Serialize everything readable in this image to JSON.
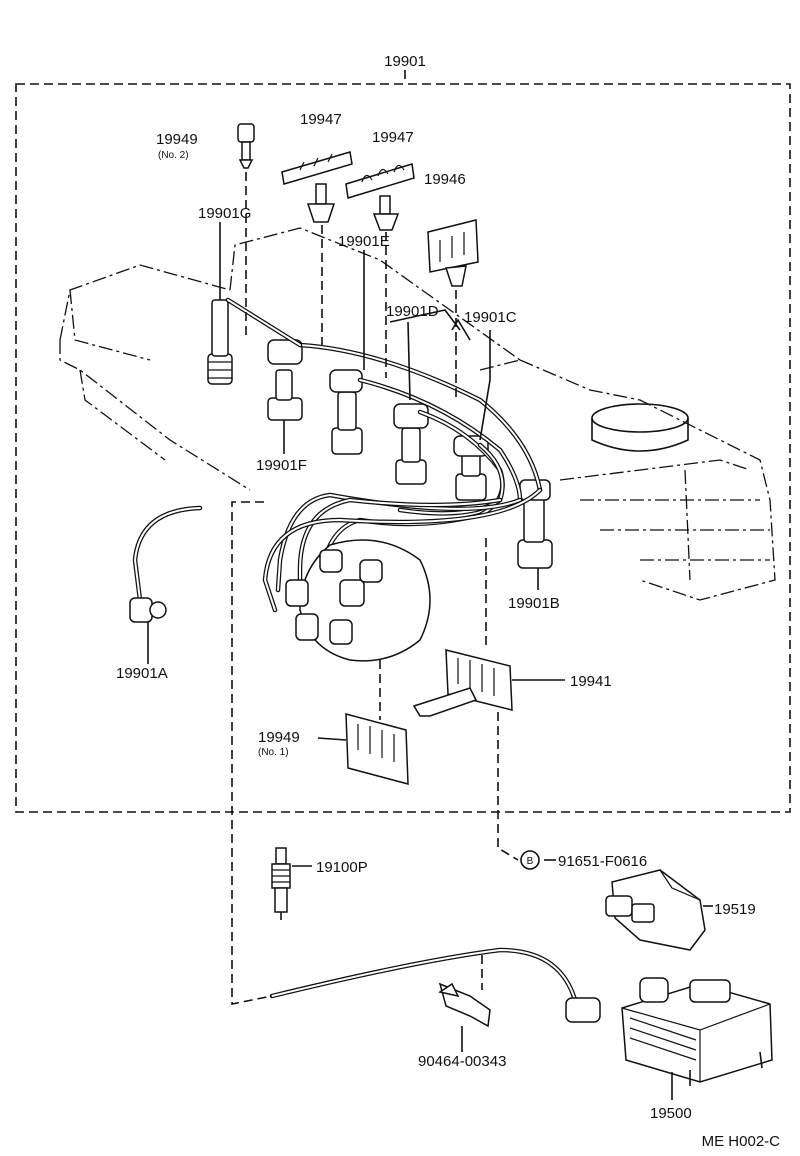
{
  "assembly": {
    "number": "19901"
  },
  "labels": {
    "p19949_no2": "19949",
    "p19949_no2_sub": "(No. 2)",
    "p19947_a": "19947",
    "p19947_b": "19947",
    "p19946": "19946",
    "p19901g": "19901G",
    "p19901e": "19901E",
    "p19901d": "19901D",
    "p19901c": "19901C",
    "p19901f": "19901F",
    "p19901b": "19901B",
    "p19901a": "19901A",
    "p19941": "19941",
    "p19949_no1": "19949",
    "p19949_no1_sub": "(No. 1)",
    "p91651": "91651-F0616",
    "bolt_marker": "B",
    "p19100p": "19100P",
    "p19519": "19519",
    "p90464": "90464-00343",
    "p19500": "19500"
  },
  "footer": {
    "code": "ME H002-C"
  }
}
